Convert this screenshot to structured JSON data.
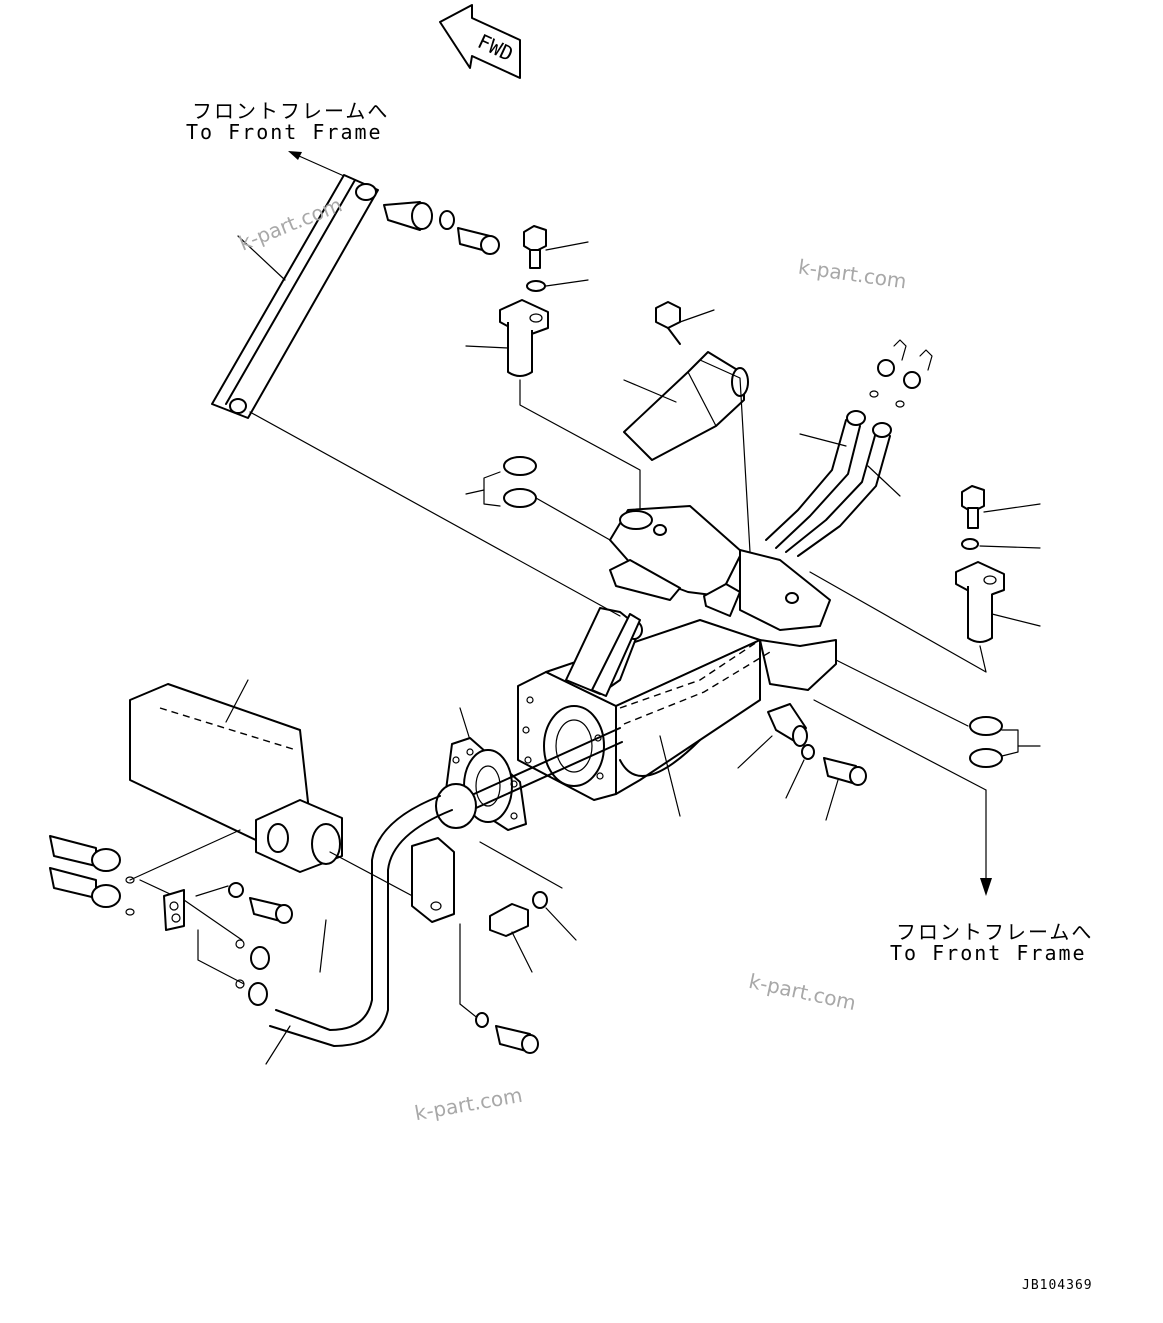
{
  "fwd_label": "FWD",
  "callout_top": {
    "jp": "フロントフレームへ",
    "en": "To Front Frame"
  },
  "callout_right": {
    "jp": "フロントフレームへ",
    "en": "To Front Frame"
  },
  "watermarks": [
    "k-part.com",
    "k-part.com",
    "k-part.com",
    "k-part.com"
  ],
  "drawing_code": "JB104369"
}
